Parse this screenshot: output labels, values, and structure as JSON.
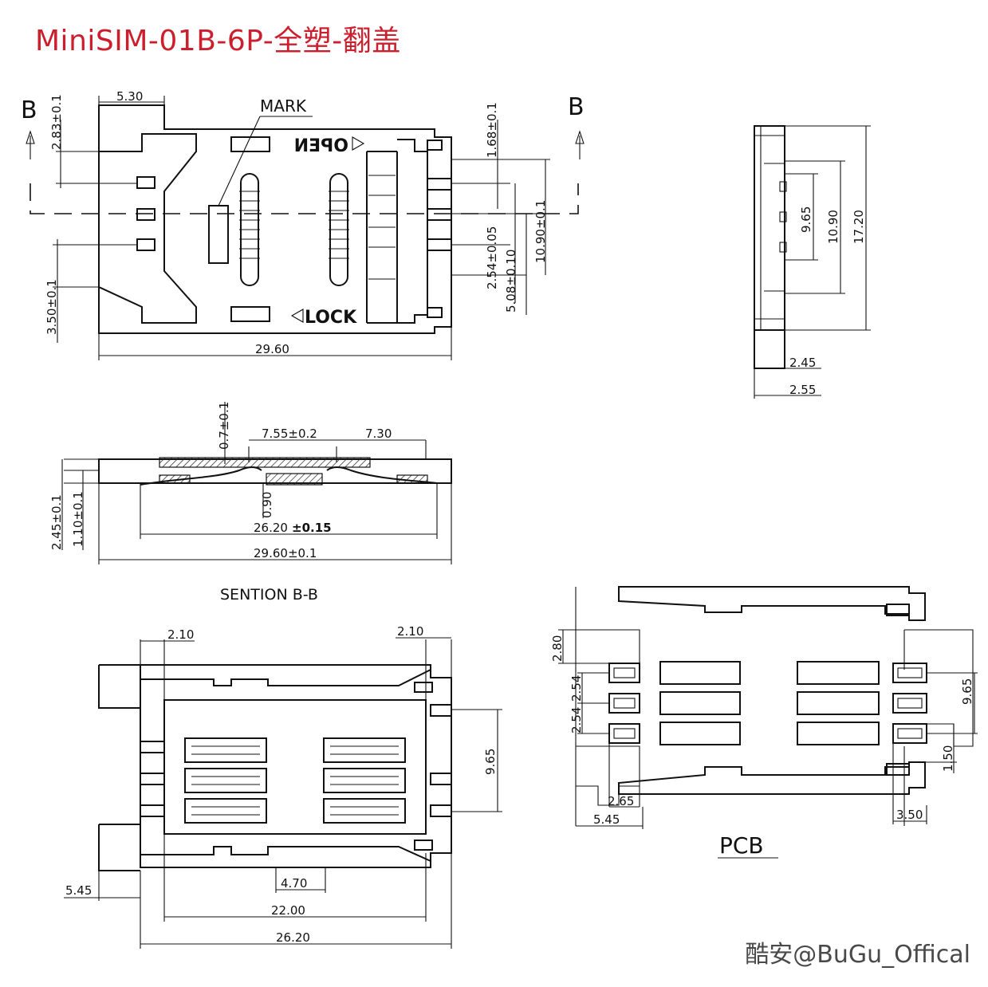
{
  "title": "MiniSIM-01B-6P-全塑-翻盖",
  "watermark": "酷安@BuGu_Offical",
  "section_markers": {
    "left": "B",
    "right": "B"
  },
  "labels": {
    "mark": "MARK",
    "open": "OPEN",
    "lock": "LOCK",
    "section_title": "SENTION  B-B",
    "pcb": "PCB"
  },
  "top_view": {
    "dims": {
      "d530": "5.30",
      "d283": "2.83±0.1",
      "d350": "3.50±0.1",
      "d2960": "29.60",
      "d168": "1.68±0.1",
      "d254": "2.54±0.05",
      "d508": "5.08±0.10",
      "d1090": "10.90±0.1"
    }
  },
  "side_view": {
    "dims": {
      "d965": "9.65",
      "d1090": "10.90",
      "d1720": "17.20",
      "d245": "2.45",
      "d255": "2.55"
    }
  },
  "section_view": {
    "dims": {
      "d07": "0.7±0.1",
      "d755": "7.55±0.2",
      "d730": "7.30",
      "d245": "2.45±0.1",
      "d110": "1.10±0.1",
      "d090": "0.90",
      "d2620": "26.20",
      "d2620tol": "±0.15",
      "d2960": "29.60±0.1"
    }
  },
  "bottom_view": {
    "dims": {
      "d210l": "2.10",
      "d210r": "2.10",
      "d965": "9.65",
      "d545": "5.45",
      "d470": "4.70",
      "d2200": "22.00",
      "d2620": "26.20"
    }
  },
  "pcb_view": {
    "dims": {
      "d280": "2.80",
      "d254a": "2.54",
      "d254b": "2.54",
      "d965": "9.65",
      "d150": "1.50",
      "d265": "2.65",
      "d545": "5.45",
      "d350": "3.50"
    }
  }
}
